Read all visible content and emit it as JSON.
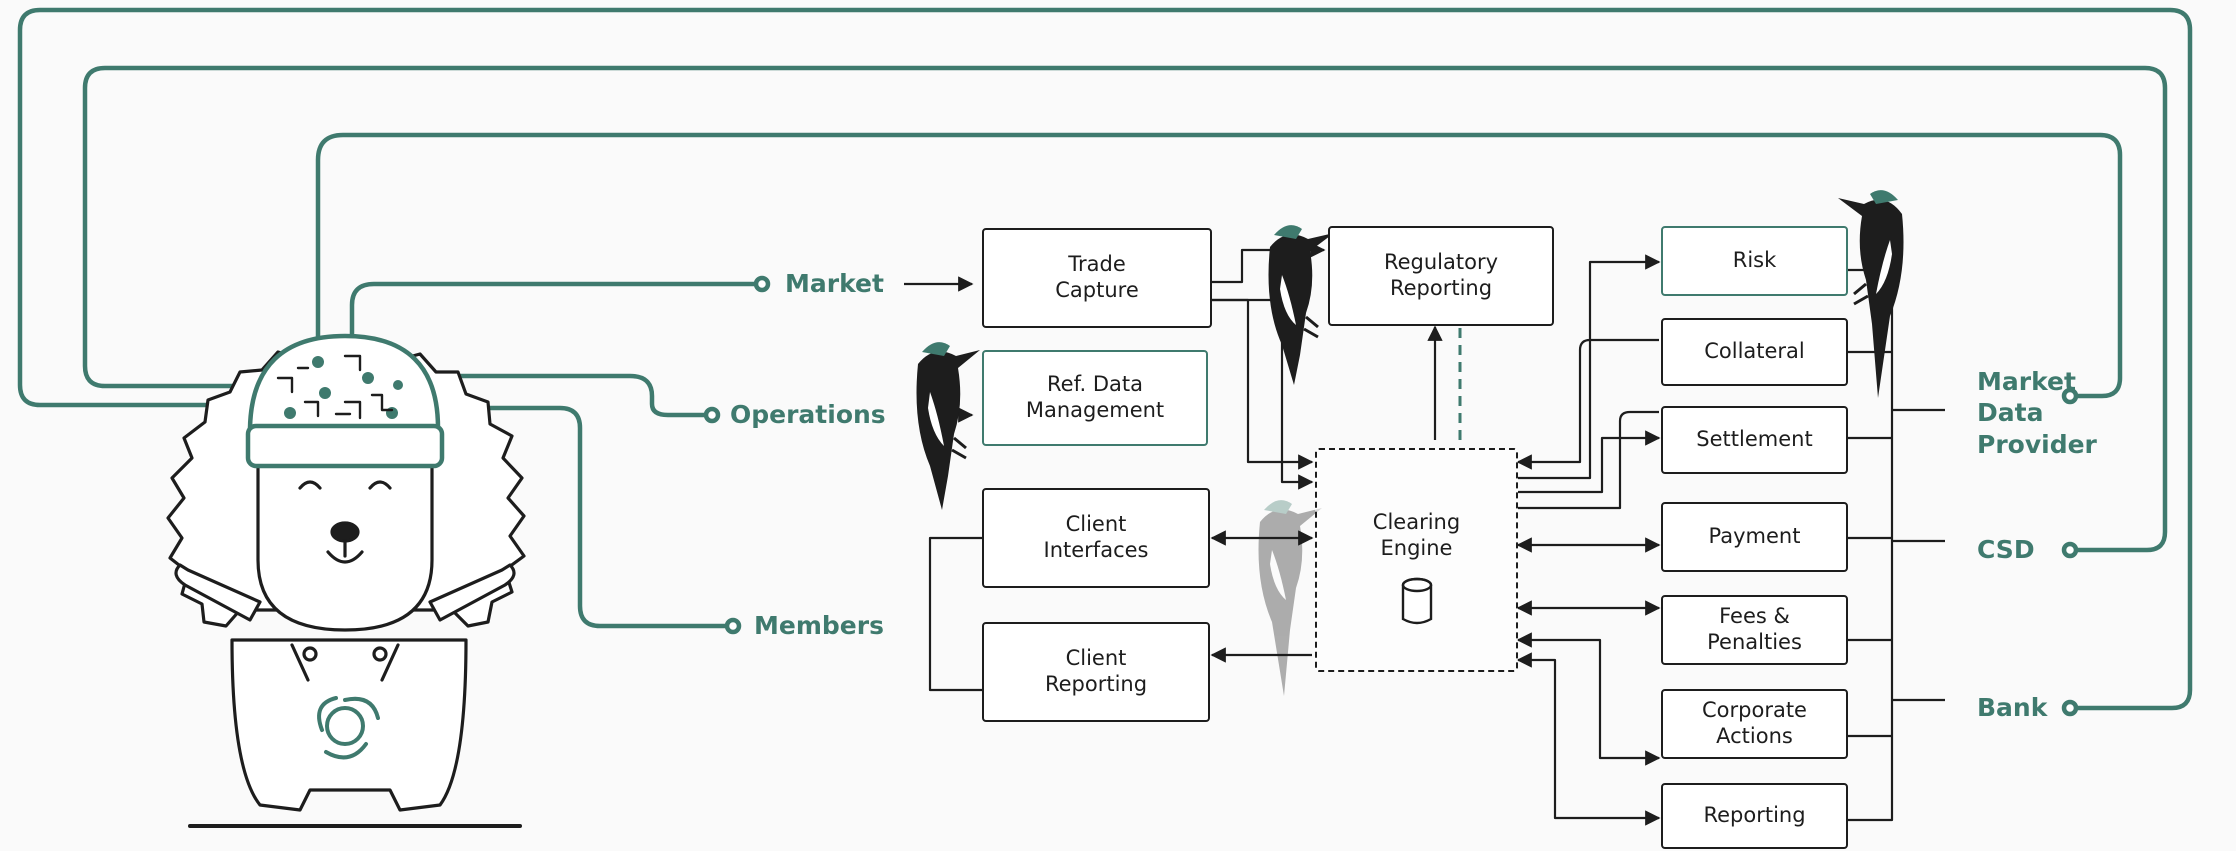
{
  "external": {
    "market": "Market",
    "operations": "Operations",
    "members": "Members",
    "market_data_provider": "Market\nData\nProvider",
    "csd": "CSD",
    "bank": "Bank"
  },
  "modules": {
    "trade_capture": "Trade\nCapture",
    "ref_data": "Ref. Data\nManagement",
    "client_interfaces": "Client\nInterfaces",
    "client_reporting": "Client\nReporting",
    "regulatory_reporting": "Regulatory\nReporting",
    "clearing_engine": "Clearing\nEngine",
    "risk": "Risk",
    "collateral": "Collateral",
    "settlement": "Settlement",
    "payment": "Payment",
    "fees_penalties": "Fees &\nPenalties",
    "corporate_actions": "Corporate\nActions",
    "reporting": "Reporting"
  },
  "colors": {
    "accent": "#3f7a6e",
    "line": "#1d1d1d",
    "mascot_fill": "#ffffff"
  },
  "icons": [
    "hedgehog-mascot",
    "woodpecker-icon",
    "database-icon"
  ]
}
